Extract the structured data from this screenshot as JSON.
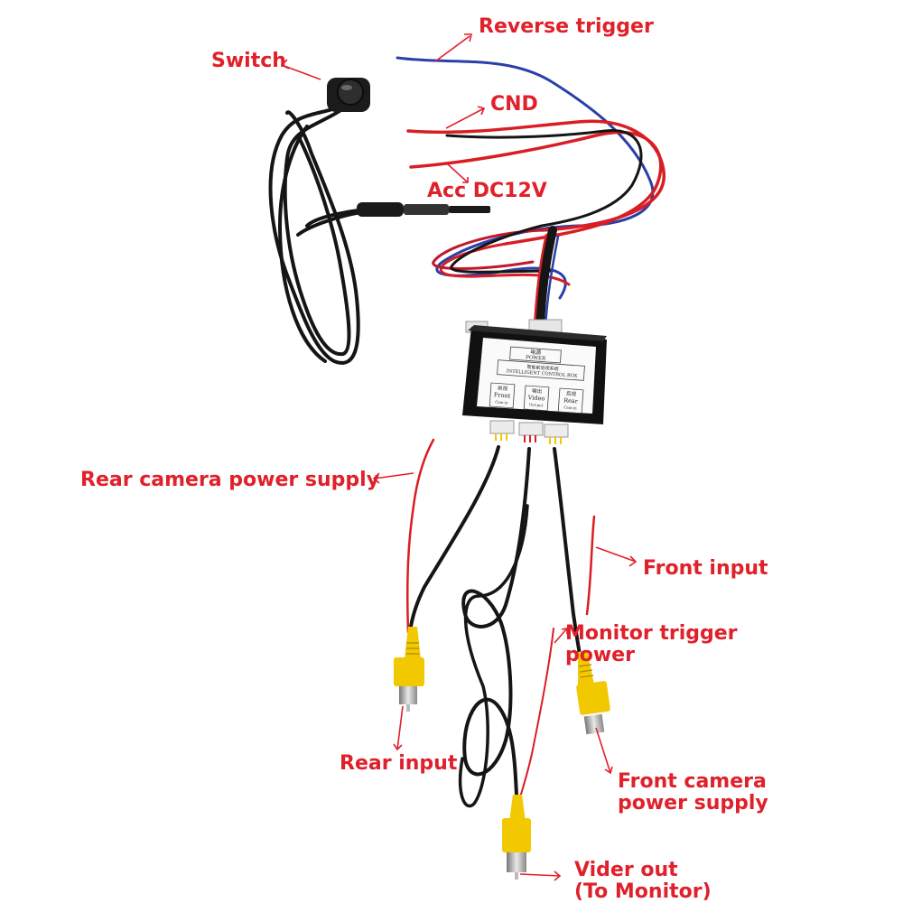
{
  "labels": {
    "reverse_trigger": "Reverse trigger",
    "switch": "Switch",
    "cnd": "CND",
    "acc": "Acc DC12V",
    "rear_camera_power": "Rear camera power supply",
    "front_input": "Front input",
    "monitor_trigger": [
      "Monitor trigger",
      "power"
    ],
    "rear_input": "Rear input",
    "front_camera_power": [
      "Front camera",
      "power supply"
    ],
    "video_out": [
      "Vider out",
      "(To Monitor)"
    ]
  },
  "control_box": {
    "power_cn": "电源",
    "power_en": "POWER",
    "title_cn": "智能前后视系统",
    "title_en": "INTELLIGENT CONTROL BOX",
    "front": {
      "cn": "前视",
      "en": "Front",
      "sub": "Cam-in"
    },
    "video": {
      "cn": "输出",
      "en": "Video",
      "sub": "Out-put"
    },
    "rear": {
      "cn": "后视",
      "en": "Rear",
      "sub": "Cam-in"
    }
  },
  "colors": {
    "callout": "#e0202a",
    "wire_red": "#d81e24",
    "wire_blue": "#2a3fa8",
    "wire_black": "#151515",
    "rca_yellow": "#f2c800"
  }
}
